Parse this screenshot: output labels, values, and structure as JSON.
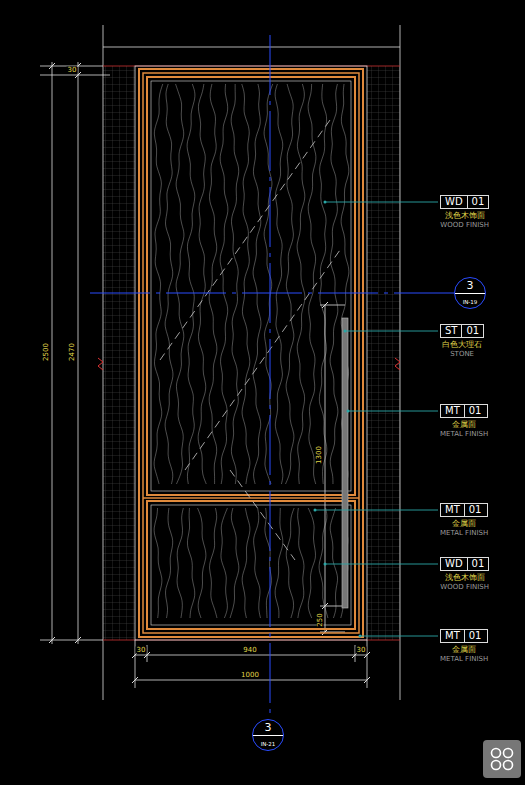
{
  "diagram": {
    "nodes": [
      {
        "text": [
          "WD",
          "01",
          "浅色木饰面",
          "WOOD FINISH"
        ]
      },
      {
        "text": [
          "3",
          "IN-19"
        ]
      },
      {
        "text": [
          "ST",
          "01",
          "白色大理石",
          "STONE"
        ]
      },
      {
        "text": [
          "MT",
          "01",
          "金属面",
          "METAL FINISH"
        ]
      },
      {
        "text": [
          "MT",
          "01",
          "金属面",
          "METAL FINISH"
        ]
      },
      {
        "text": [
          "WD",
          "01",
          "浅色木饰面",
          "WOOD FINISH"
        ]
      },
      {
        "text": [
          "MT",
          "01",
          "金属面",
          "METAL FINISH"
        ]
      },
      {
        "text": [
          "3",
          "IN-21"
        ]
      }
    ],
    "labels": [
      "30",
      "2500",
      "2470",
      "1300",
      "250",
      "30",
      "940",
      "30",
      "1000"
    ]
  }
}
